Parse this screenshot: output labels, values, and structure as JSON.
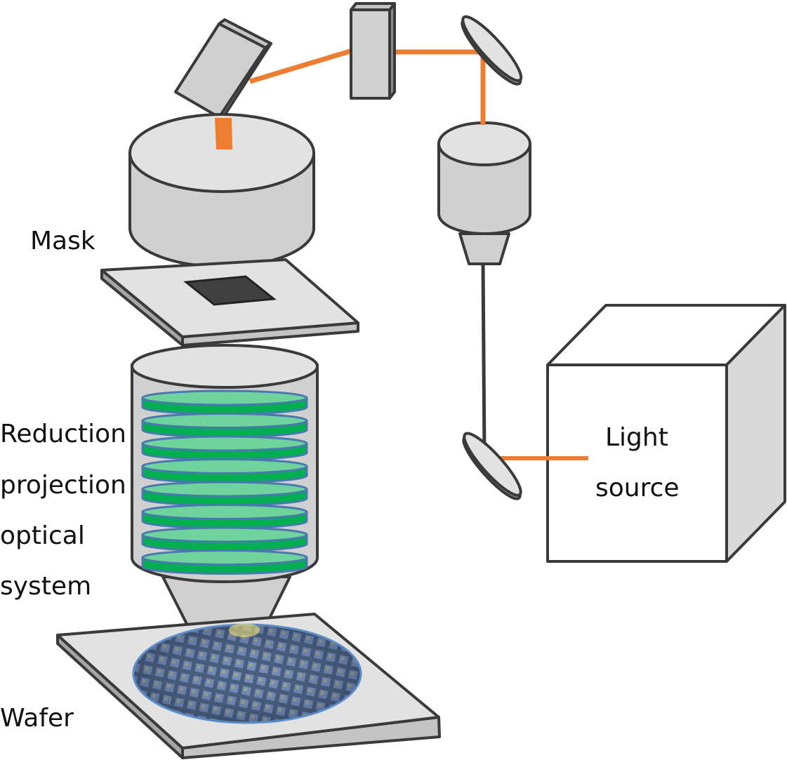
{
  "labels": {
    "mask": "Mask",
    "optics": [
      "Reduction",
      "projection",
      "optical",
      "system"
    ],
    "wafer": "Wafer",
    "light_source": [
      "Light",
      "source"
    ]
  },
  "colors": {
    "beam": "#ED7D31",
    "metal_light": "#E2E2E2",
    "metal_mid": "#D0D0D0",
    "metal_dark": "#A6A6A6",
    "outline": "#3A3A3A",
    "lens_fill": "#6FD49B",
    "lens_band": "#00B050",
    "lens_edge": "#4A78B0",
    "mask_pattern": "#404040",
    "wafer_blue": "#5A8CC8"
  }
}
